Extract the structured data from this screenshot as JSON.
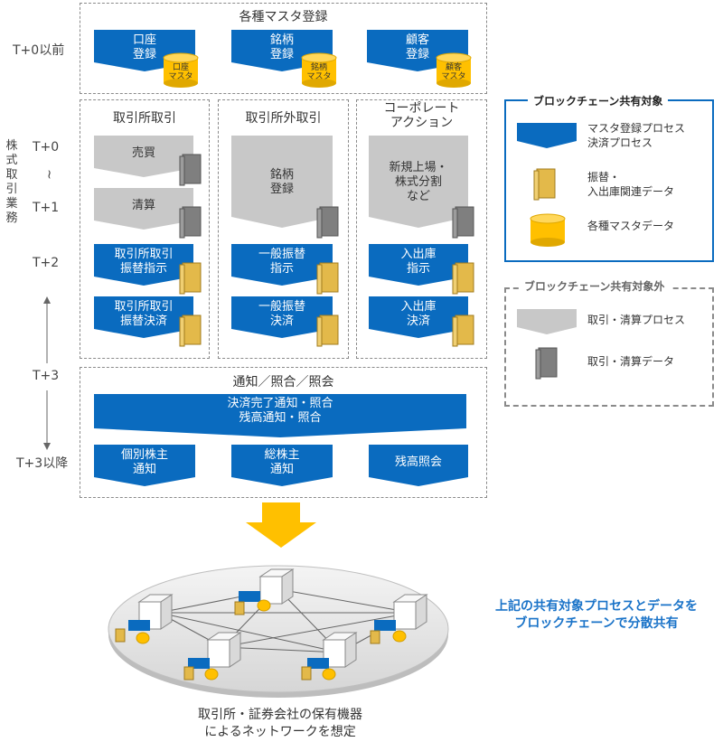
{
  "timeline": {
    "t0_before": "T+0以前",
    "vertical_label": [
      "株",
      "式",
      "取",
      "引",
      "業",
      "務"
    ],
    "t0": "T+0",
    "tilde": "~",
    "t1": "T+1",
    "t2": "T+2",
    "t3": "T+3",
    "t3_after": "T+3以降"
  },
  "master": {
    "title": "各種マスタ登録",
    "items": [
      {
        "label": "口座\n登録",
        "db": "口座\nマスタ"
      },
      {
        "label": "銘柄\n登録",
        "db": "銘柄\nマスタ"
      },
      {
        "label": "顧客\n登録",
        "db": "顧客\nマスタ"
      }
    ]
  },
  "exchange": {
    "title": "取引所取引",
    "trade": "売買",
    "clear": "清算",
    "instr": "取引所取引\n振替指示",
    "settle": "取引所取引\n振替決済"
  },
  "otc": {
    "title": "取引所外取引",
    "reg": "銘柄\n登録",
    "instr": "一般振替\n指示",
    "settle": "一般振替\n決済"
  },
  "corp": {
    "title": "コーポレート\nアクション",
    "main": "新規上場・\n株式分割\nなど",
    "instr": "入出庫\n指示",
    "settle": "入出庫\n決済"
  },
  "notify": {
    "title": "通知／照合／照会",
    "wide": "決済完了通知・照合\n残高通知・照合",
    "items": [
      "個別株主\n通知",
      "総株主\n通知",
      "残高照会"
    ]
  },
  "legend": {
    "in_title": "ブロックチェーン共有対象",
    "in_items": [
      "マスタ登録プロセス\n決済プロセス",
      "振替・\n入出庫関連データ",
      "各種マスタデータ"
    ],
    "out_title": "ブロックチェーン共有対象外",
    "out_items": [
      "取引・清算プロセス",
      "取引・清算データ"
    ]
  },
  "network": {
    "caption": "取引所・証券会社の保有機器\nによるネットワークを想定",
    "note": "上記の共有対象プロセスとデータを\nブロックチェーンで分散共有"
  },
  "colors": {
    "blue": "#0a6bbf",
    "gray": "#c8c8c8",
    "gold": "#ffc000",
    "yellow": "#f5c400",
    "notebook": "#e3b94a",
    "darkgray": "#7f7f7f",
    "note_text": "#1a73c8"
  }
}
